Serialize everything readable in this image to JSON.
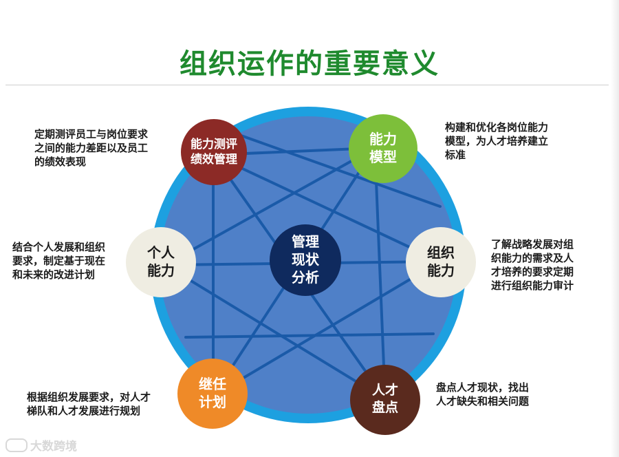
{
  "title": "组织运作的重要意义",
  "center": {
    "label": "管理\n现状\n分析"
  },
  "nodes": [
    {
      "label": "能力测评\n绩效管理",
      "description": "定期测评员工与岗位要求\n之间的能力差距以及员工\n的绩效表现",
      "color": "#8c2a26"
    },
    {
      "label": "能力\n模型",
      "description": "构建和优化各岗位能力\n模型，为人才培养建立\n标准",
      "color": "#7dbf3a"
    },
    {
      "label": "组织\n能力",
      "description": "了解战略发展对组\n织能力的需求及人\n才培养的要求定期\n进行组织能力审计",
      "color": "#efede2"
    },
    {
      "label": "人才\n盘点",
      "description": "盘点人才现状，找出\n人才缺失和相关问题",
      "color": "#5a2a1e"
    },
    {
      "label": "继任\n计划",
      "description": "根据组织发展要求，对人才\n梯队和人才发展进行规划",
      "color": "#ef8a28"
    },
    {
      "label": "个人\n能力",
      "description": "结合个人发展和组织\n要求，制定基于现在\n和未来的改进计划",
      "color": "#efede2"
    }
  ],
  "colors": {
    "title": "#1f8a2e",
    "ring": "#1da0e0",
    "disk": "#4f80c8",
    "lines": "#1a5aa8",
    "center": "#0f2a5e"
  },
  "watermark": "大数跨境"
}
